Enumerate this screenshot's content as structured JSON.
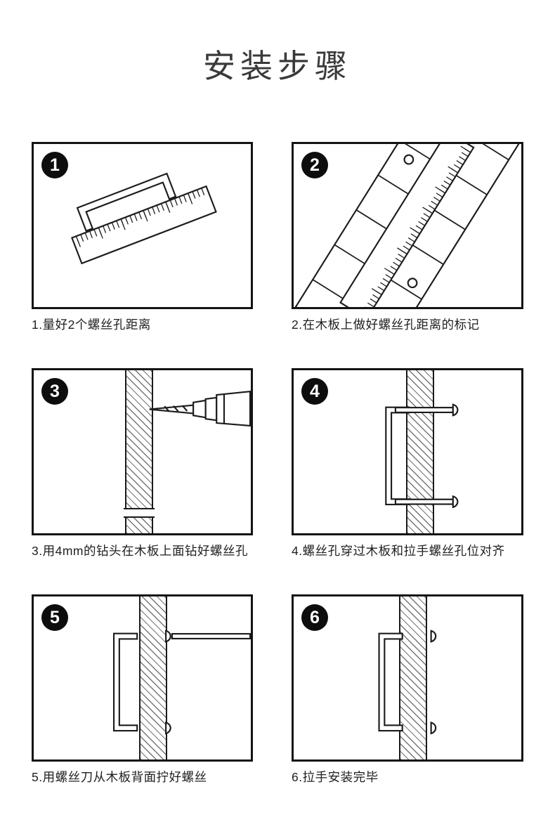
{
  "title": "安装步骤",
  "steps": [
    {
      "num": "1",
      "caption": "1.量好2个螺丝孔距离"
    },
    {
      "num": "2",
      "caption": "2.在木板上做好螺丝孔距离的标记"
    },
    {
      "num": "3",
      "caption": "3.用4mm的钻头在木板上面钻好螺丝孔"
    },
    {
      "num": "4",
      "caption": "4.螺丝孔穿过木板和拉手螺丝孔位对齐"
    },
    {
      "num": "5",
      "caption": "5.用螺丝刀从木板背面拧好螺丝"
    },
    {
      "num": "6",
      "caption": "6.拉手安装完毕"
    }
  ]
}
